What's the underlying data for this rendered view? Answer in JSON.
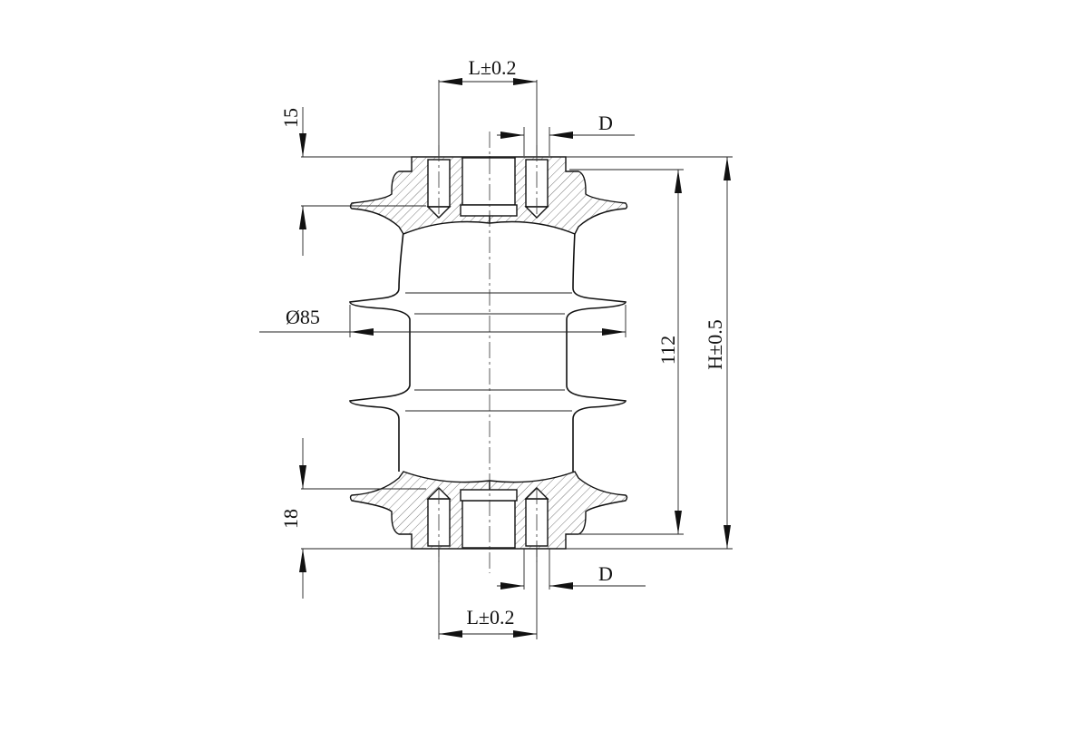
{
  "dimensions": {
    "top_l": "L±0.2",
    "top_d": "D",
    "top_depth": "15",
    "diameter": "Ø85",
    "inner_height": "112",
    "total_height": "H±0.5",
    "bottom_depth": "18",
    "bottom_d": "D",
    "bottom_l": "L±0.2"
  },
  "colors": {
    "line": "#111111",
    "background": "#ffffff"
  }
}
